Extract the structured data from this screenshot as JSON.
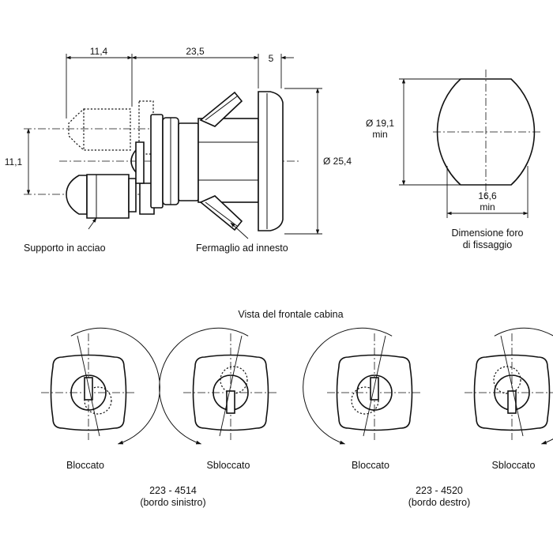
{
  "side_view": {
    "dim_length_rear": "11,4",
    "dim_length_body": "23,5",
    "dim_flange": "5",
    "dim_height": "11,1",
    "dim_diameter": "Ø 25,4",
    "label_support": "Supporto in acciao",
    "label_clip": "Fermaglio ad innesto"
  },
  "hole_view": {
    "dim_diameter_line1": "Ø 19,1",
    "dim_diameter_line2": "min",
    "dim_width_line1": "16,6",
    "dim_width_line2": "min",
    "caption_line1": "Dimensione foro",
    "caption_line2": "di fissaggio"
  },
  "front_view": {
    "title": "Vista del frontale cabina",
    "states": [
      {
        "label": "Bloccato"
      },
      {
        "label": "Sbloccato"
      },
      {
        "label": "Bloccato"
      },
      {
        "label": "Sbloccato"
      }
    ],
    "variants": [
      {
        "code": "223 - 4514",
        "note": "(bordo sinistro)"
      },
      {
        "code": "223 - 4520",
        "note": "(bordo destro)"
      }
    ]
  }
}
